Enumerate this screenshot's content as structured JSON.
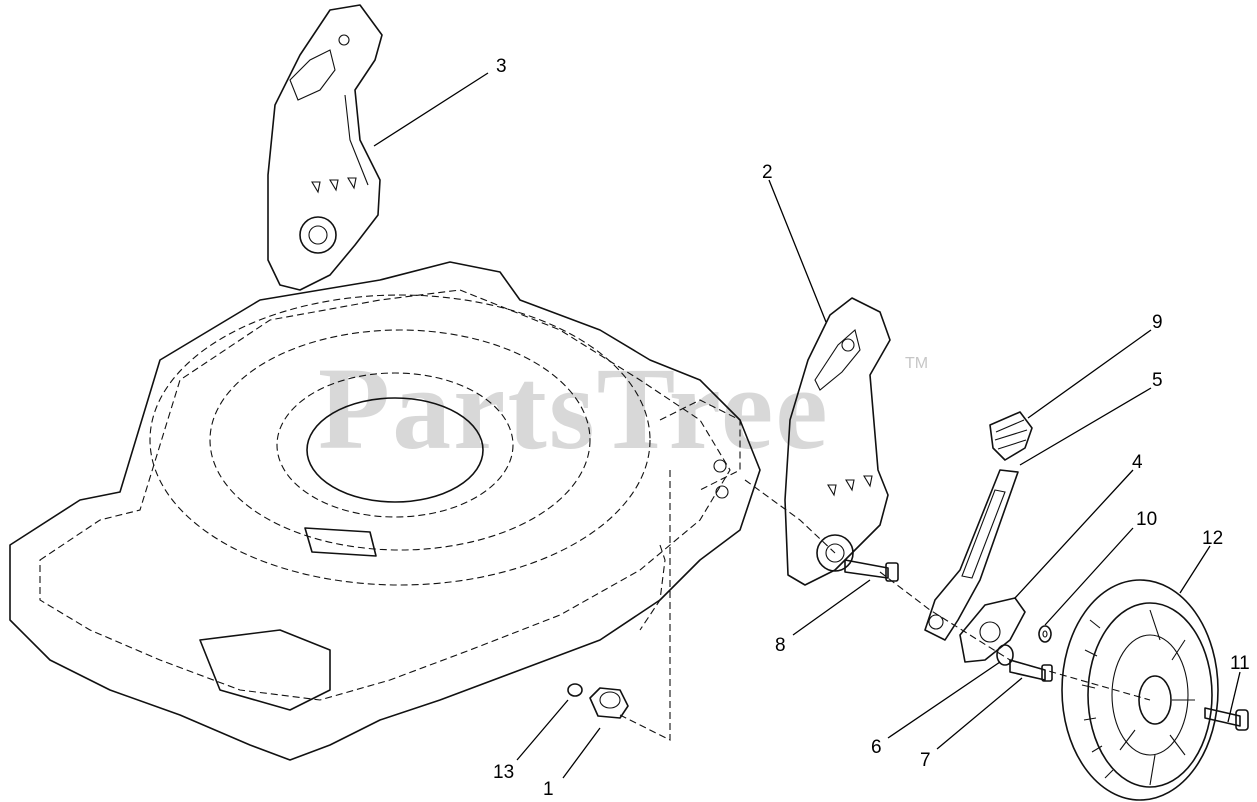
{
  "watermark": {
    "text": "PartsTree",
    "trademark": "TM"
  },
  "callouts": [
    {
      "id": "1",
      "label": "1"
    },
    {
      "id": "2",
      "label": "2"
    },
    {
      "id": "3",
      "label": "3"
    },
    {
      "id": "4",
      "label": "4"
    },
    {
      "id": "5",
      "label": "5"
    },
    {
      "id": "6",
      "label": "6"
    },
    {
      "id": "7",
      "label": "7"
    },
    {
      "id": "8",
      "label": "8"
    },
    {
      "id": "9",
      "label": "9"
    },
    {
      "id": "10",
      "label": "10"
    },
    {
      "id": "11",
      "label": "11"
    },
    {
      "id": "12",
      "label": "12"
    },
    {
      "id": "13",
      "label": "13"
    }
  ]
}
